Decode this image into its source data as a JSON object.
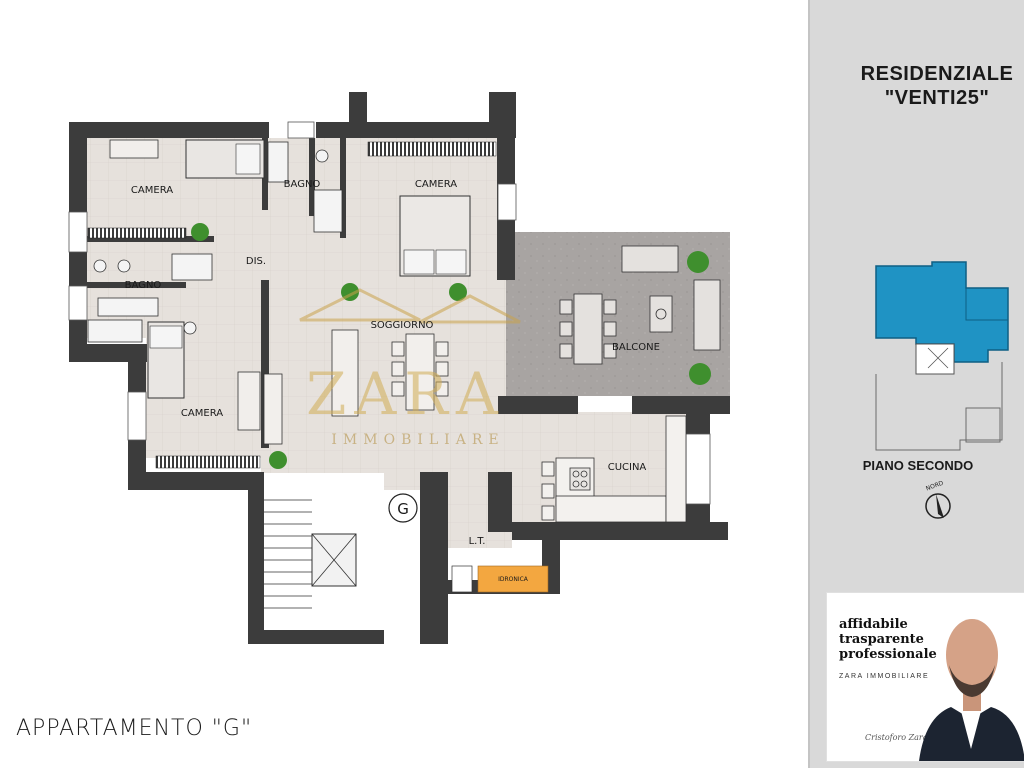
{
  "title": "APPARTAMENTO \"G\"",
  "residence": {
    "line1": "RESIDENZIALE",
    "line2": "\"VENTI25\""
  },
  "floor": "PIANO SECONDO",
  "compass_label": "NORD",
  "rooms": {
    "camera_nw": "CAMERA",
    "bagno_top": "BAGNO",
    "camera_ne": "CAMERA",
    "dis": "DIS.",
    "bagno_left": "BAGNO",
    "soggiorno": "SOGGIORNO",
    "balcone": "BALCONE",
    "camera_sw": "CAMERA",
    "cucina": "CUCINA",
    "lt": "L.T.",
    "idronica": "IDRONICA",
    "stair_marker": "G"
  },
  "watermark": {
    "name": "ZARA",
    "sub": "IMMOBILIARE"
  },
  "ad": {
    "line1": "affidabile",
    "line2": "trasparente",
    "line3": "professionale",
    "brand": "ZARA IMMOBILIARE",
    "signature": "Cristoforo Zara"
  },
  "colors": {
    "wall": "#3c3c3c",
    "floor_tile": "#e6e1dc",
    "balcony_floor": "#a8a4a2",
    "key_plan_highlight": "#1f93c4",
    "idronica": "#f3a740",
    "sidebar_bg": "#d9d9d9"
  },
  "icons": [
    "plant-icon",
    "bed-icon",
    "sofa-icon",
    "table-icon",
    "stove-icon",
    "compass-icon"
  ]
}
